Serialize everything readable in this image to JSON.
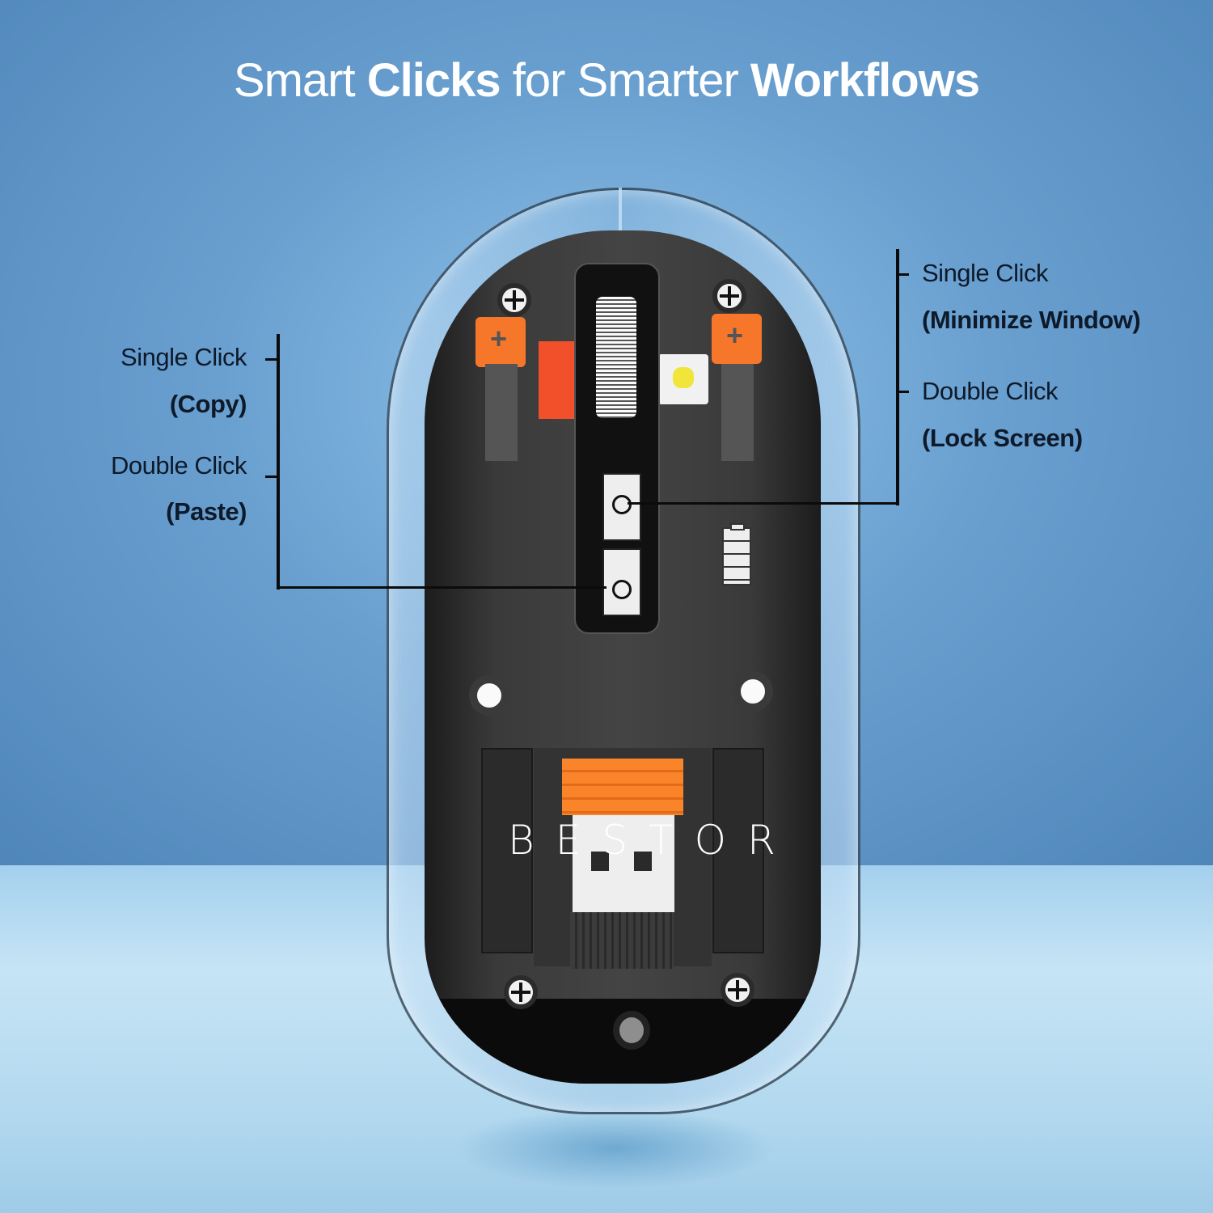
{
  "headline": {
    "part1": "Smart ",
    "part2": "Clicks",
    "part3": " for Smarter ",
    "part4": "Workflows"
  },
  "left_callout": {
    "single_click_label": "Single Click",
    "single_click_action": "(Copy)",
    "double_click_label": "Double Click",
    "double_click_action": "(Paste)"
  },
  "right_callout": {
    "single_click_label": "Single Click",
    "single_click_action": "(Minimize Window)",
    "double_click_label": "Double Click",
    "double_click_action": "(Lock Screen)"
  },
  "brand_watermark": "BESTOR",
  "product": {
    "name": "transparent wireless mouse",
    "components": [
      "scroll-wheel",
      "copy-paste-button",
      "minimize-lock-button",
      "battery-indicator",
      "usb-receiver",
      "led-indicator"
    ]
  },
  "colors": {
    "background_top": "#5e93c4",
    "background_floor": "#b9dcf0",
    "accent_orange": "#f7772a",
    "text_dark": "#0e1a2a",
    "headline_text": "#ffffff"
  }
}
